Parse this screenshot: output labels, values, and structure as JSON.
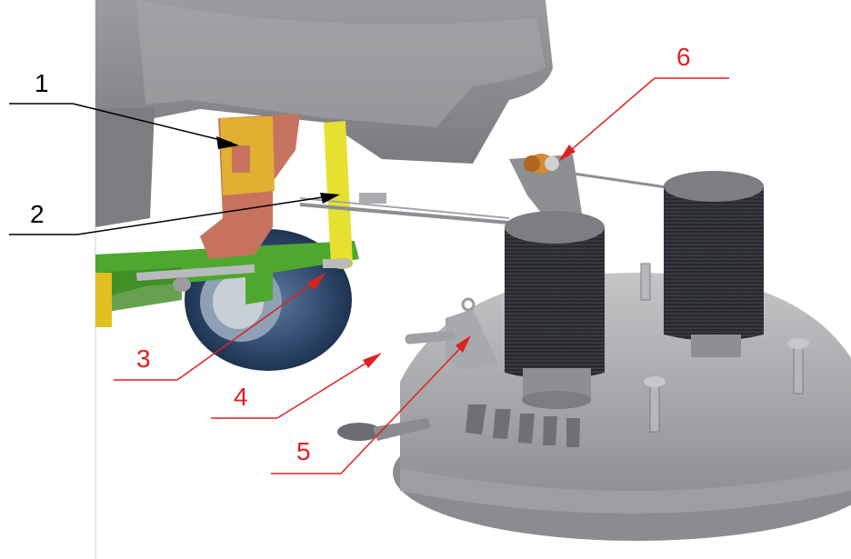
{
  "callouts": [
    {
      "id": "1",
      "label": "1",
      "color": "#000000"
    },
    {
      "id": "2",
      "label": "2",
      "color": "#000000"
    },
    {
      "id": "3",
      "label": "3",
      "color": "#e02020"
    },
    {
      "id": "4",
      "label": "4",
      "color": "#e02020"
    },
    {
      "id": "5",
      "label": "5",
      "color": "#e02020"
    },
    {
      "id": "6",
      "label": "6",
      "color": "#e02020"
    }
  ],
  "colors": {
    "body_gray": "#8c8e92",
    "bracket_red": "#c8735f",
    "bracket_yellow": "#e0b030",
    "rod_yellow": "#e6e030",
    "frame_green": "#4ea830",
    "wheel_blue": "#2e4a6e",
    "brush_dark": "#2a2c30",
    "deck_gray": "#a9abae"
  }
}
